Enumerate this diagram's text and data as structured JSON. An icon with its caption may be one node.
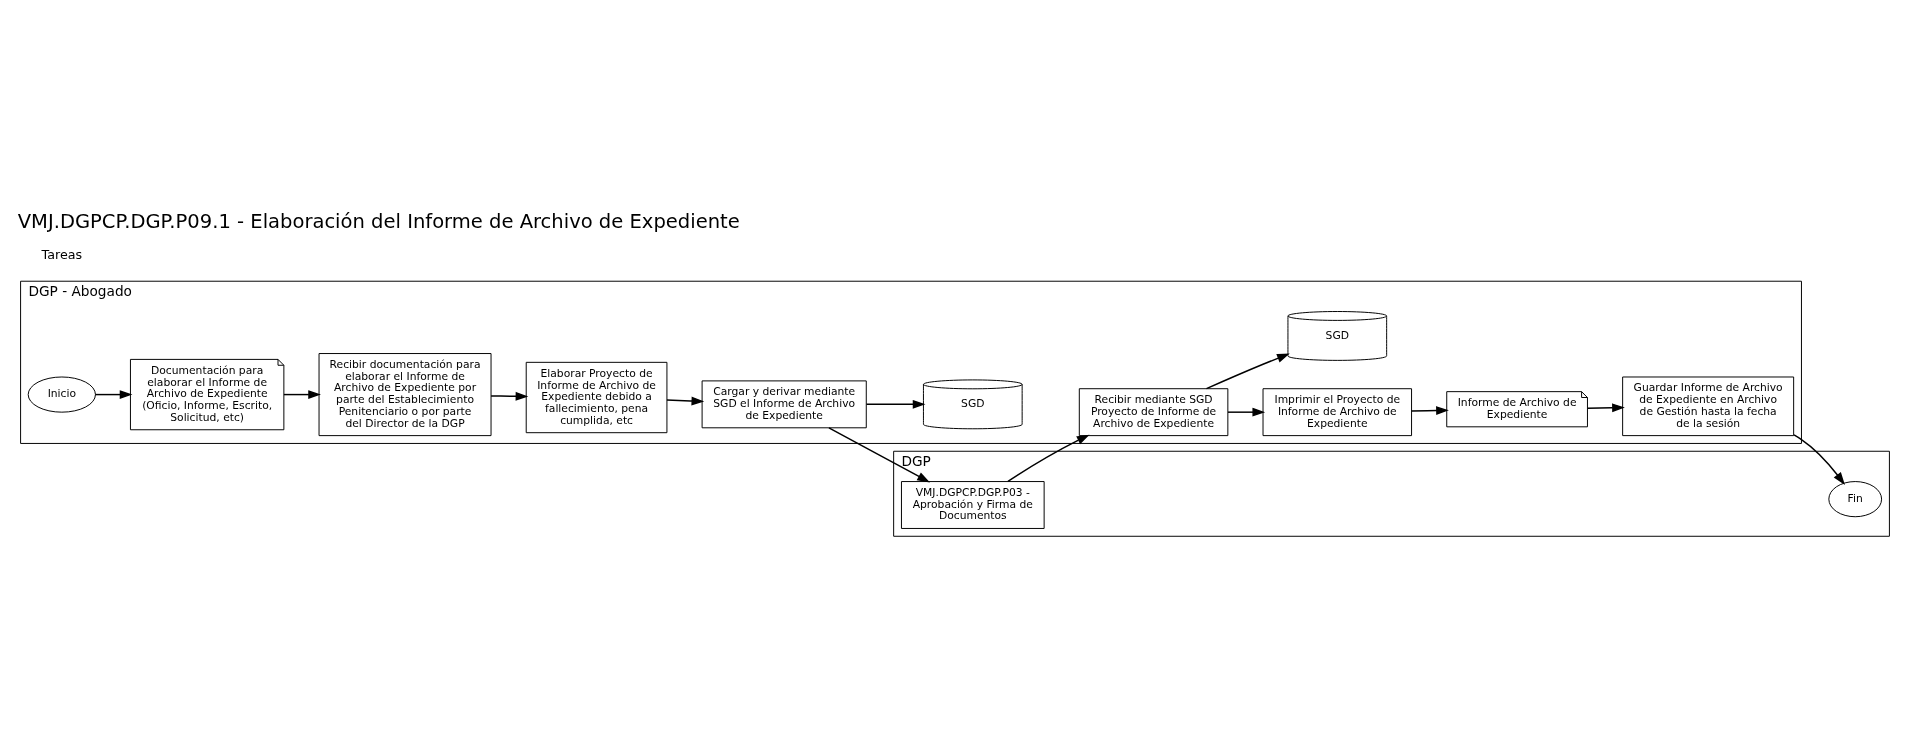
{
  "diagram": {
    "title": "VMJ.DGPCP.DGP.P09.1 - Elaboración del Informe de Archivo de Expediente",
    "nodes": [
      {
        "text": [
          "DGP - Abogado"
        ]
      },
      {
        "text": [
          "DGP"
        ]
      },
      {
        "text": [
          "Inicio"
        ],
        "in": 0
      },
      {
        "text": [
          "Documentación para elaborar el Informe de Archivo de Expediente (Oficio, Informe, Escrito, Solicitud, etc)"
        ],
        "in": 0
      },
      {
        "text": [
          "Recibir documentación para elaborar el Informe de Archivo de Expediente por parte del Establecimiento Penitenciario o por parte del Director de la DGP"
        ],
        "in": 0
      },
      {
        "text": [
          "Imprimir el Proyecto de Informe de Archivo de Expediente"
        ],
        "in": 0
      },
      {
        "text": [
          "Informe de Archivo de Expediente"
        ],
        "in": 0
      },
      {
        "text": [
          "SGD"
        ],
        "in": 0
      },
      {
        "text": [
          "Cargar y derivar mediante SGD el Informe de Archivo de Expediente"
        ],
        "in": 0
      },
      {
        "text": [
          "Elaborar Proyecto de Informe de Archivo de Expediente debido a fallecimiento, pena cumplida, etc"
        ],
        "in": 0
      },
      {
        "text": [
          "SGD"
        ],
        "in": 0
      },
      {
        "text": [
          "Recibir mediante SGD Proyecto de Informe de Archivo de Expediente"
        ],
        "in": 0
      },
      {
        "text": [
          "Guardar Informe de Archivo de Expediente en Archivo de Gestión hasta la fecha de la sesión"
        ],
        "in": 0
      },
      {
        "text": [
          "VMJ.DGPCP.DGP.P03 - Aprobación y Firma de Documentos"
        ],
        "in": 1
      },
      {
        "text": [
          "Fin"
        ],
        "in": 1
      }
    ],
    "edges": [
      {
        "from": 2,
        "to": 3,
        "arrow": "to"
      },
      {
        "from": 3,
        "to": 4,
        "arrow": "to"
      },
      {
        "from": 4,
        "to": 9,
        "arrow": "to"
      },
      {
        "from": 9,
        "to": 8,
        "arrow": "to"
      },
      {
        "from": 8,
        "to": 7,
        "arrow": "to"
      },
      {
        "from": 8,
        "to": 13,
        "arrow": "to"
      },
      {
        "from": 13,
        "to": 11,
        "arrow": "to"
      },
      {
        "from": 11,
        "to": 10,
        "arrow": "to"
      },
      {
        "from": 11,
        "to": 5,
        "arrow": "to"
      },
      {
        "from": 5,
        "to": 6,
        "arrow": "to"
      },
      {
        "from": 6,
        "to": 12,
        "arrow": "to"
      },
      {
        "from": 12,
        "to": 14,
        "arrow": "to"
      }
    ],
    "labels": [
      "Tareas"
    ]
  }
}
